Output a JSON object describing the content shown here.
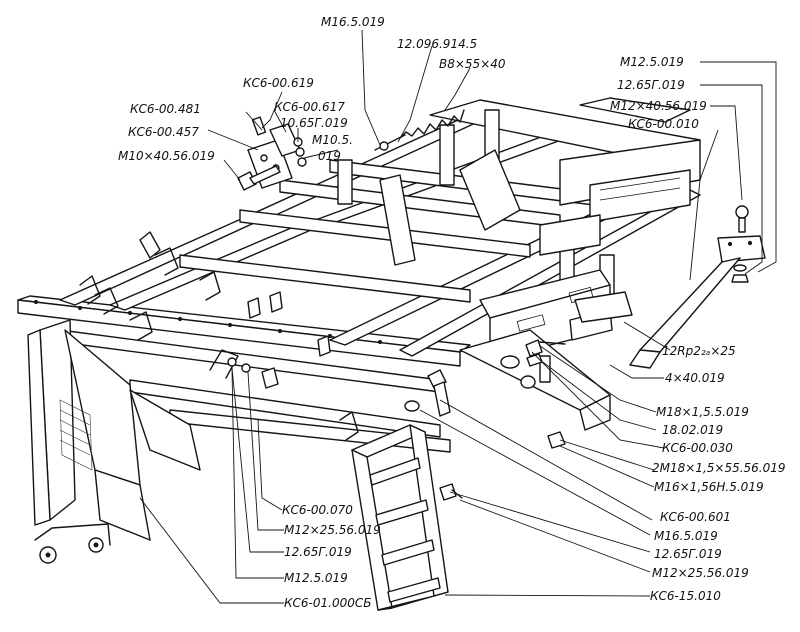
{
  "labels": {
    "m16_5_019_top": "М16.5.019",
    "p12_096_914_5": "12.096.914.5",
    "spring_b8": "В8×55×40",
    "ks6_00_619": "КС6-00.619",
    "ks6_00_481": "КС6-00.481",
    "ks6_00_617": "КС6-00.617",
    "p10_65g_019": "10.65Г.019",
    "ks6_00_457": "КС6-00.457",
    "m10_5": "М10.5.",
    "m10_5_b": "019",
    "m10x40": "М10×40.56.019",
    "m12_5_019_top": "М12.5.019",
    "p12_65g_019_top": "12.65Г.019",
    "m12x40": "М12×40.56.019",
    "ks6_00_010": "КС6-00.010",
    "rp_12": "12Rр2₂ₐ×25",
    "p4x40": "4×40.019",
    "m18x1_5": "М18×1,5.5.019",
    "p18_02": "18.02.019",
    "ks6_00_030": "КС6-00.030",
    "p2m18": "2М18×1,5×55.56.019",
    "m16x1_56n": "М16×1,56Н.5.019",
    "ks6_00_601": "КС6-00.601",
    "m16_5_019_bot": "М16.5.019",
    "p12_65g_019_bot": "12.65Г.019",
    "m12x25_right": "М12×25.56.019",
    "ks6_15_010": "КС6-15.010",
    "ks6_00_070": "КС6-00.070",
    "m12x25_left": "М12×25.56.019",
    "p12_65g_019_left": "12.65Г.019",
    "m12_5_019_left": "М12.5.019",
    "ks6_01_000sb": "КС6-01.000СБ"
  }
}
